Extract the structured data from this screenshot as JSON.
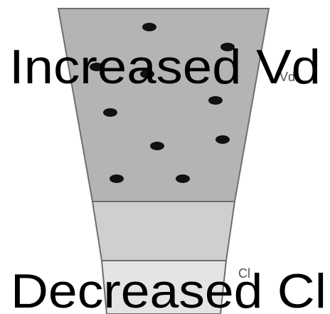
{
  "labels": {
    "top": "Increased Vd",
    "bottom": "Decreased Cl",
    "side_top": "Vd",
    "side_bottom": "Cl"
  },
  "colors": {
    "upper_fill": "#b4b4b4",
    "middle_fill": "#cfcfcf",
    "bottom_fill": "#e4e4e4",
    "outline": "#6e6e6e",
    "dot": "#111111",
    "text": "#000000"
  }
}
